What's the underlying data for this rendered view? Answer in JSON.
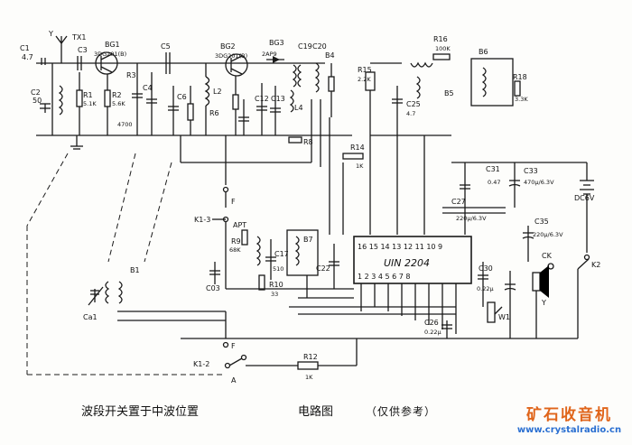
{
  "labels": {
    "c1": "C1",
    "c1v": "4.7",
    "tx1": "TX1",
    "c3": "C3",
    "bg1": "BG1",
    "bg1t": "3DG201(B)",
    "c2": "C2",
    "c2v": "50",
    "r1": "R1",
    "r1v": "5.1K",
    "r2": "R2",
    "r2v": "5.6K",
    "r3": "R3",
    "c4": "C4",
    "c5": "C5",
    "c6": "C6",
    "c4700": "4700",
    "l2": "L2",
    "bg2": "BG2",
    "bg2t": "3DG201(B)",
    "bg3": "BG3",
    "bg3t": "2AP9",
    "c19": "C19",
    "c20": "C20",
    "b4": "B4",
    "b5": "B5",
    "b6": "B6",
    "r6": "R6",
    "c12": "C12",
    "c13": "C13",
    "l4": "L4",
    "r8": "R8",
    "r16": "R16",
    "r16v": "100K",
    "r15": "R15",
    "r15v": "2.2K",
    "c25": "C25",
    "c25v": "4.7",
    "r18": "R18",
    "r18v": "3.3K",
    "r14": "R14",
    "r14v": "1K",
    "c31": "C31",
    "c31v": "0.47",
    "c33": "C33",
    "c33v": "470μ/6.3V",
    "dc": "DC6V",
    "c27": "C27",
    "c27v": "220μ/6.3V",
    "c35": "C35",
    "c35v": "220μ/6.3V",
    "k1_3": "K1-3",
    "apt": "APT",
    "r9": "R9",
    "r9v": "68K",
    "c17": "C17",
    "c17v": "510",
    "b7": "B7",
    "c22": "C22",
    "r10": "R10",
    "r10v": "33",
    "c03": "C03",
    "b1": "B1",
    "ca1": "Ca1",
    "ic": "UIN 2204",
    "pins_top": "16 15 14 13 12 11 10 9",
    "pins_bot": "1 2 3 4 5 6 7 8",
    "c30": "C30",
    "c30v": "0.22μ",
    "c26": "C26",
    "c26v": "0.22μ",
    "w1": "W1",
    "ck": "CK",
    "y": "Y",
    "k2": "K2",
    "k1_2": "K1-2",
    "r12": "R12",
    "r12v": "1K",
    "f1": "F",
    "f2": "F",
    "a": "A",
    "ant": "Y"
  },
  "captions": {
    "left": "波段开关置于中波位置",
    "center": "电路图",
    "right": "（仅供参考）"
  },
  "watermark": {
    "title": "矿石收音机",
    "url": "www.crystalradio.cn"
  }
}
